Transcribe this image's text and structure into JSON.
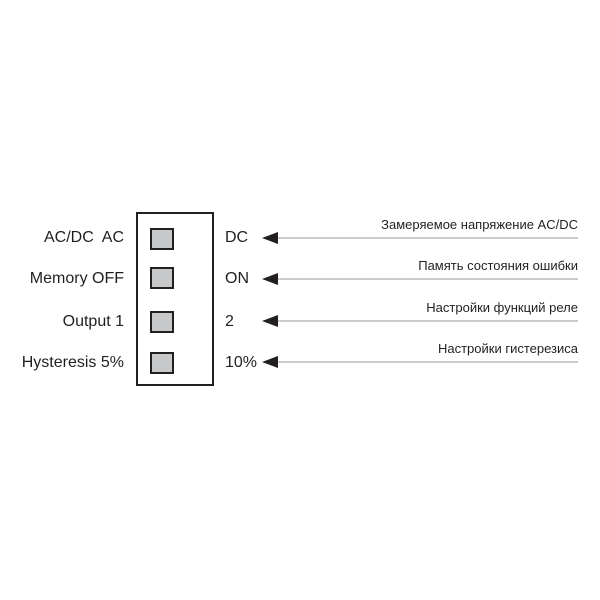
{
  "rows": [
    {
      "left_label": "AC/DC  AC",
      "right_label": "DC",
      "description": "Замеряемое напряжение AC/DC"
    },
    {
      "left_label": "Memory OFF",
      "right_label": "ON",
      "description": "Память состояния ошибки"
    },
    {
      "left_label": "Output 1",
      "right_label": "2",
      "description": "Настройки функций реле"
    },
    {
      "left_label": "Hysteresis 5%",
      "right_label": "10%",
      "description": "Настройки гистерезиса"
    }
  ],
  "colors": {
    "ink": "#231f20",
    "switch_fill": "#c7c8ca",
    "leader_line": "#9a9a9a"
  }
}
